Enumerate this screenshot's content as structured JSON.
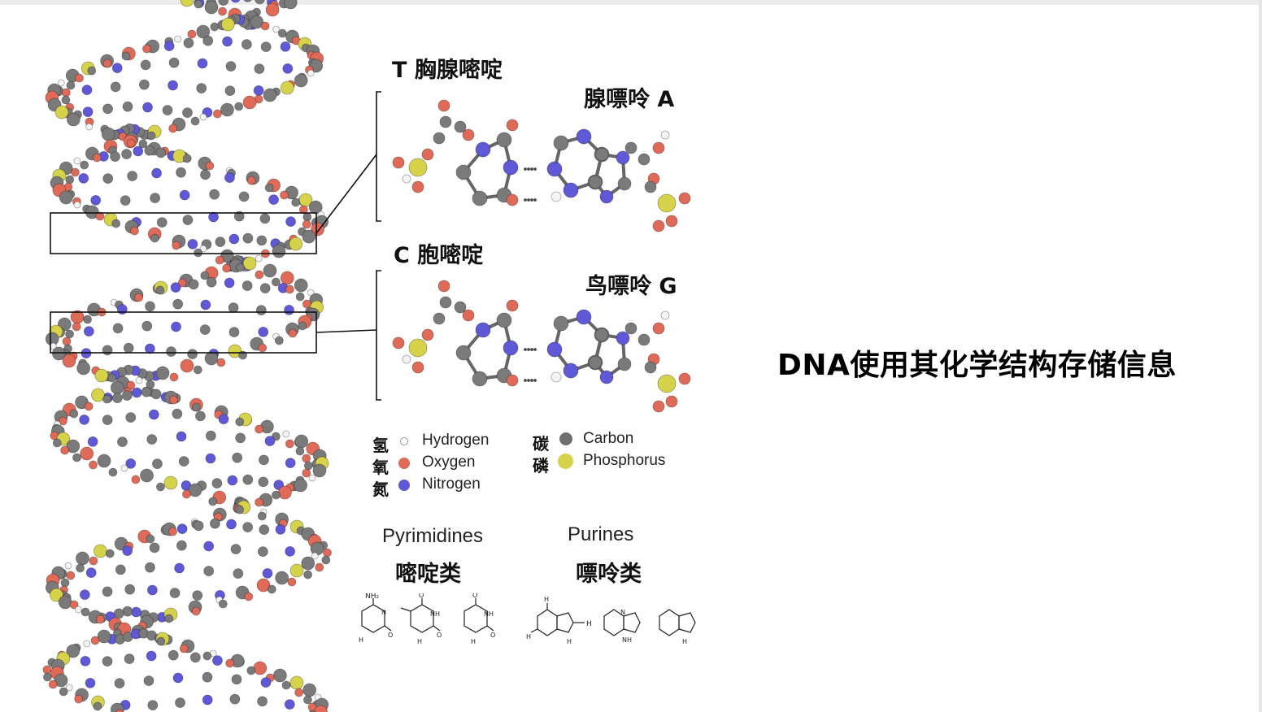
{
  "slide": {
    "title": "DNA使用其化学结构存储信息"
  },
  "pairs": {
    "thymine_label": "T 胸腺嘧啶",
    "adenine_label": "腺嘌呤 A",
    "cytosine_label": "C 胞嘧啶",
    "guanine_label": "鸟嘌呤 G"
  },
  "legend": {
    "items": [
      {
        "cn": "氢",
        "en": "Hydrogen",
        "color": "#ffffff"
      },
      {
        "cn": "氧",
        "en": "Oxygen",
        "color": "#e06a58"
      },
      {
        "cn": "氮",
        "en": "Nitrogen",
        "color": "#5f59d8"
      },
      {
        "cn": "碳",
        "en": "Carbon",
        "color": "#7d7d7d"
      },
      {
        "cn": "磷",
        "en": "Phosphorus",
        "color": "#d6d24a"
      }
    ]
  },
  "categories": {
    "pyrimidines_en": "Pyrimidines",
    "pyrimidines_cn": "嘧啶类",
    "purines_en": "Purines",
    "purines_cn": "嘌呤类"
  },
  "structure_labels": {
    "nh2": "NH₂",
    "o": "O",
    "nh": "NH",
    "n": "N",
    "h": "H"
  }
}
